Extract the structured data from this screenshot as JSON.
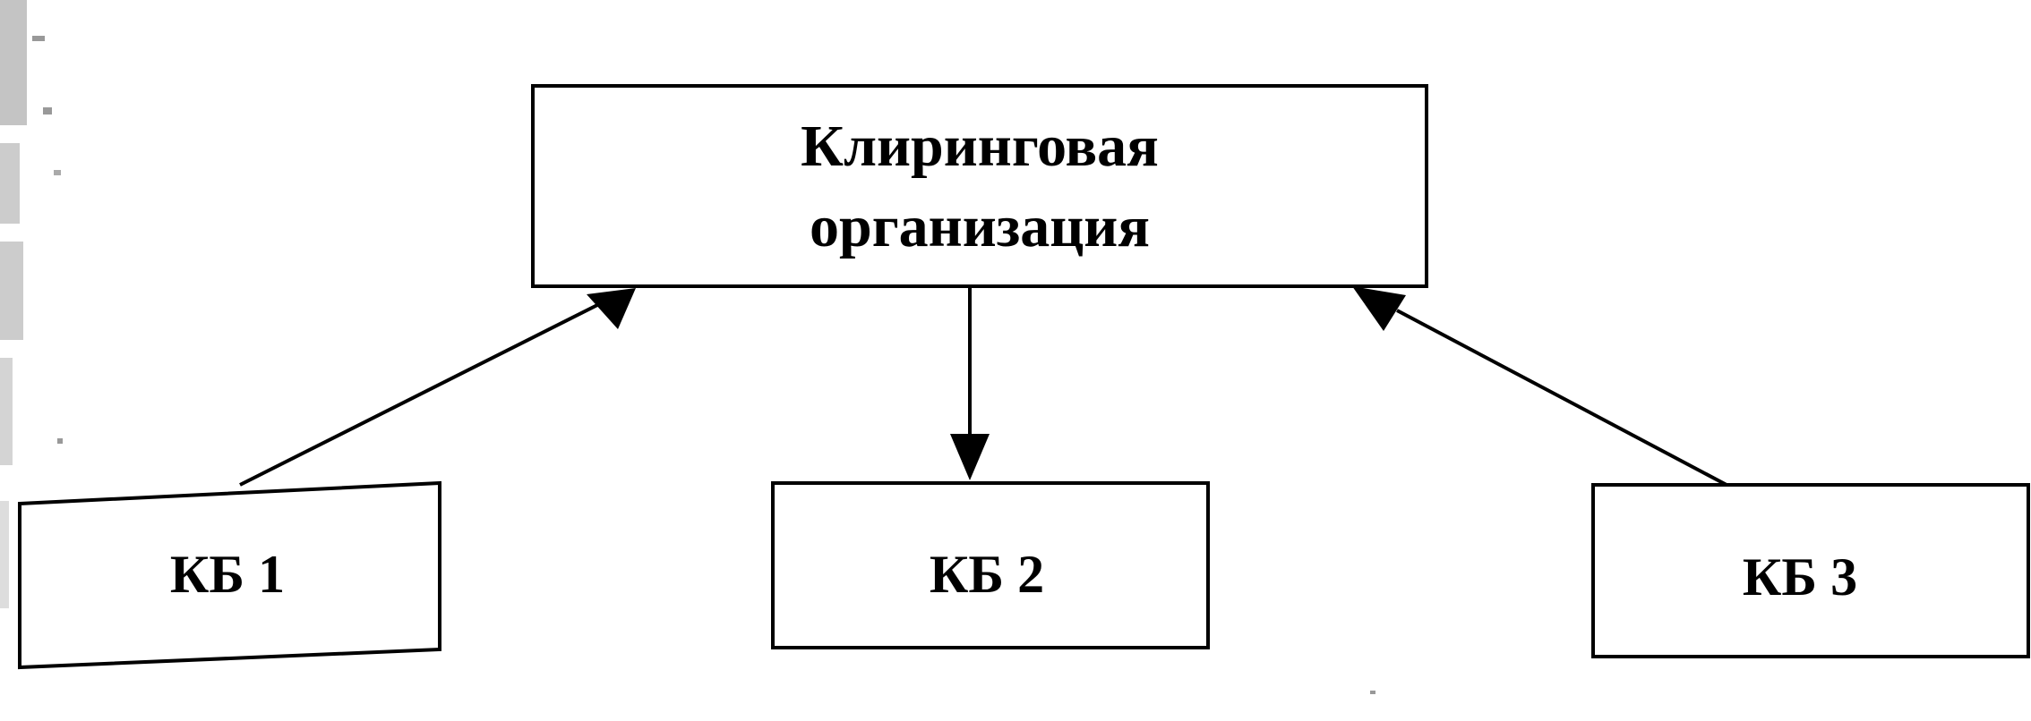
{
  "diagram": {
    "top_node": {
      "line1": "Клиринговая",
      "line2": "организация"
    },
    "bank1": {
      "label": "КБ 1"
    },
    "bank2": {
      "label": "КБ 2"
    },
    "bank3": {
      "label": "КБ 3"
    },
    "edges": [
      {
        "from": "КБ 1",
        "to": "Клиринговая организация"
      },
      {
        "from": "Клиринговая организация",
        "to": "КБ 2"
      },
      {
        "from": "КБ 3",
        "to": "Клиринговая организация"
      }
    ],
    "colors": {
      "stroke": "#000000",
      "background": "#ffffff"
    }
  }
}
